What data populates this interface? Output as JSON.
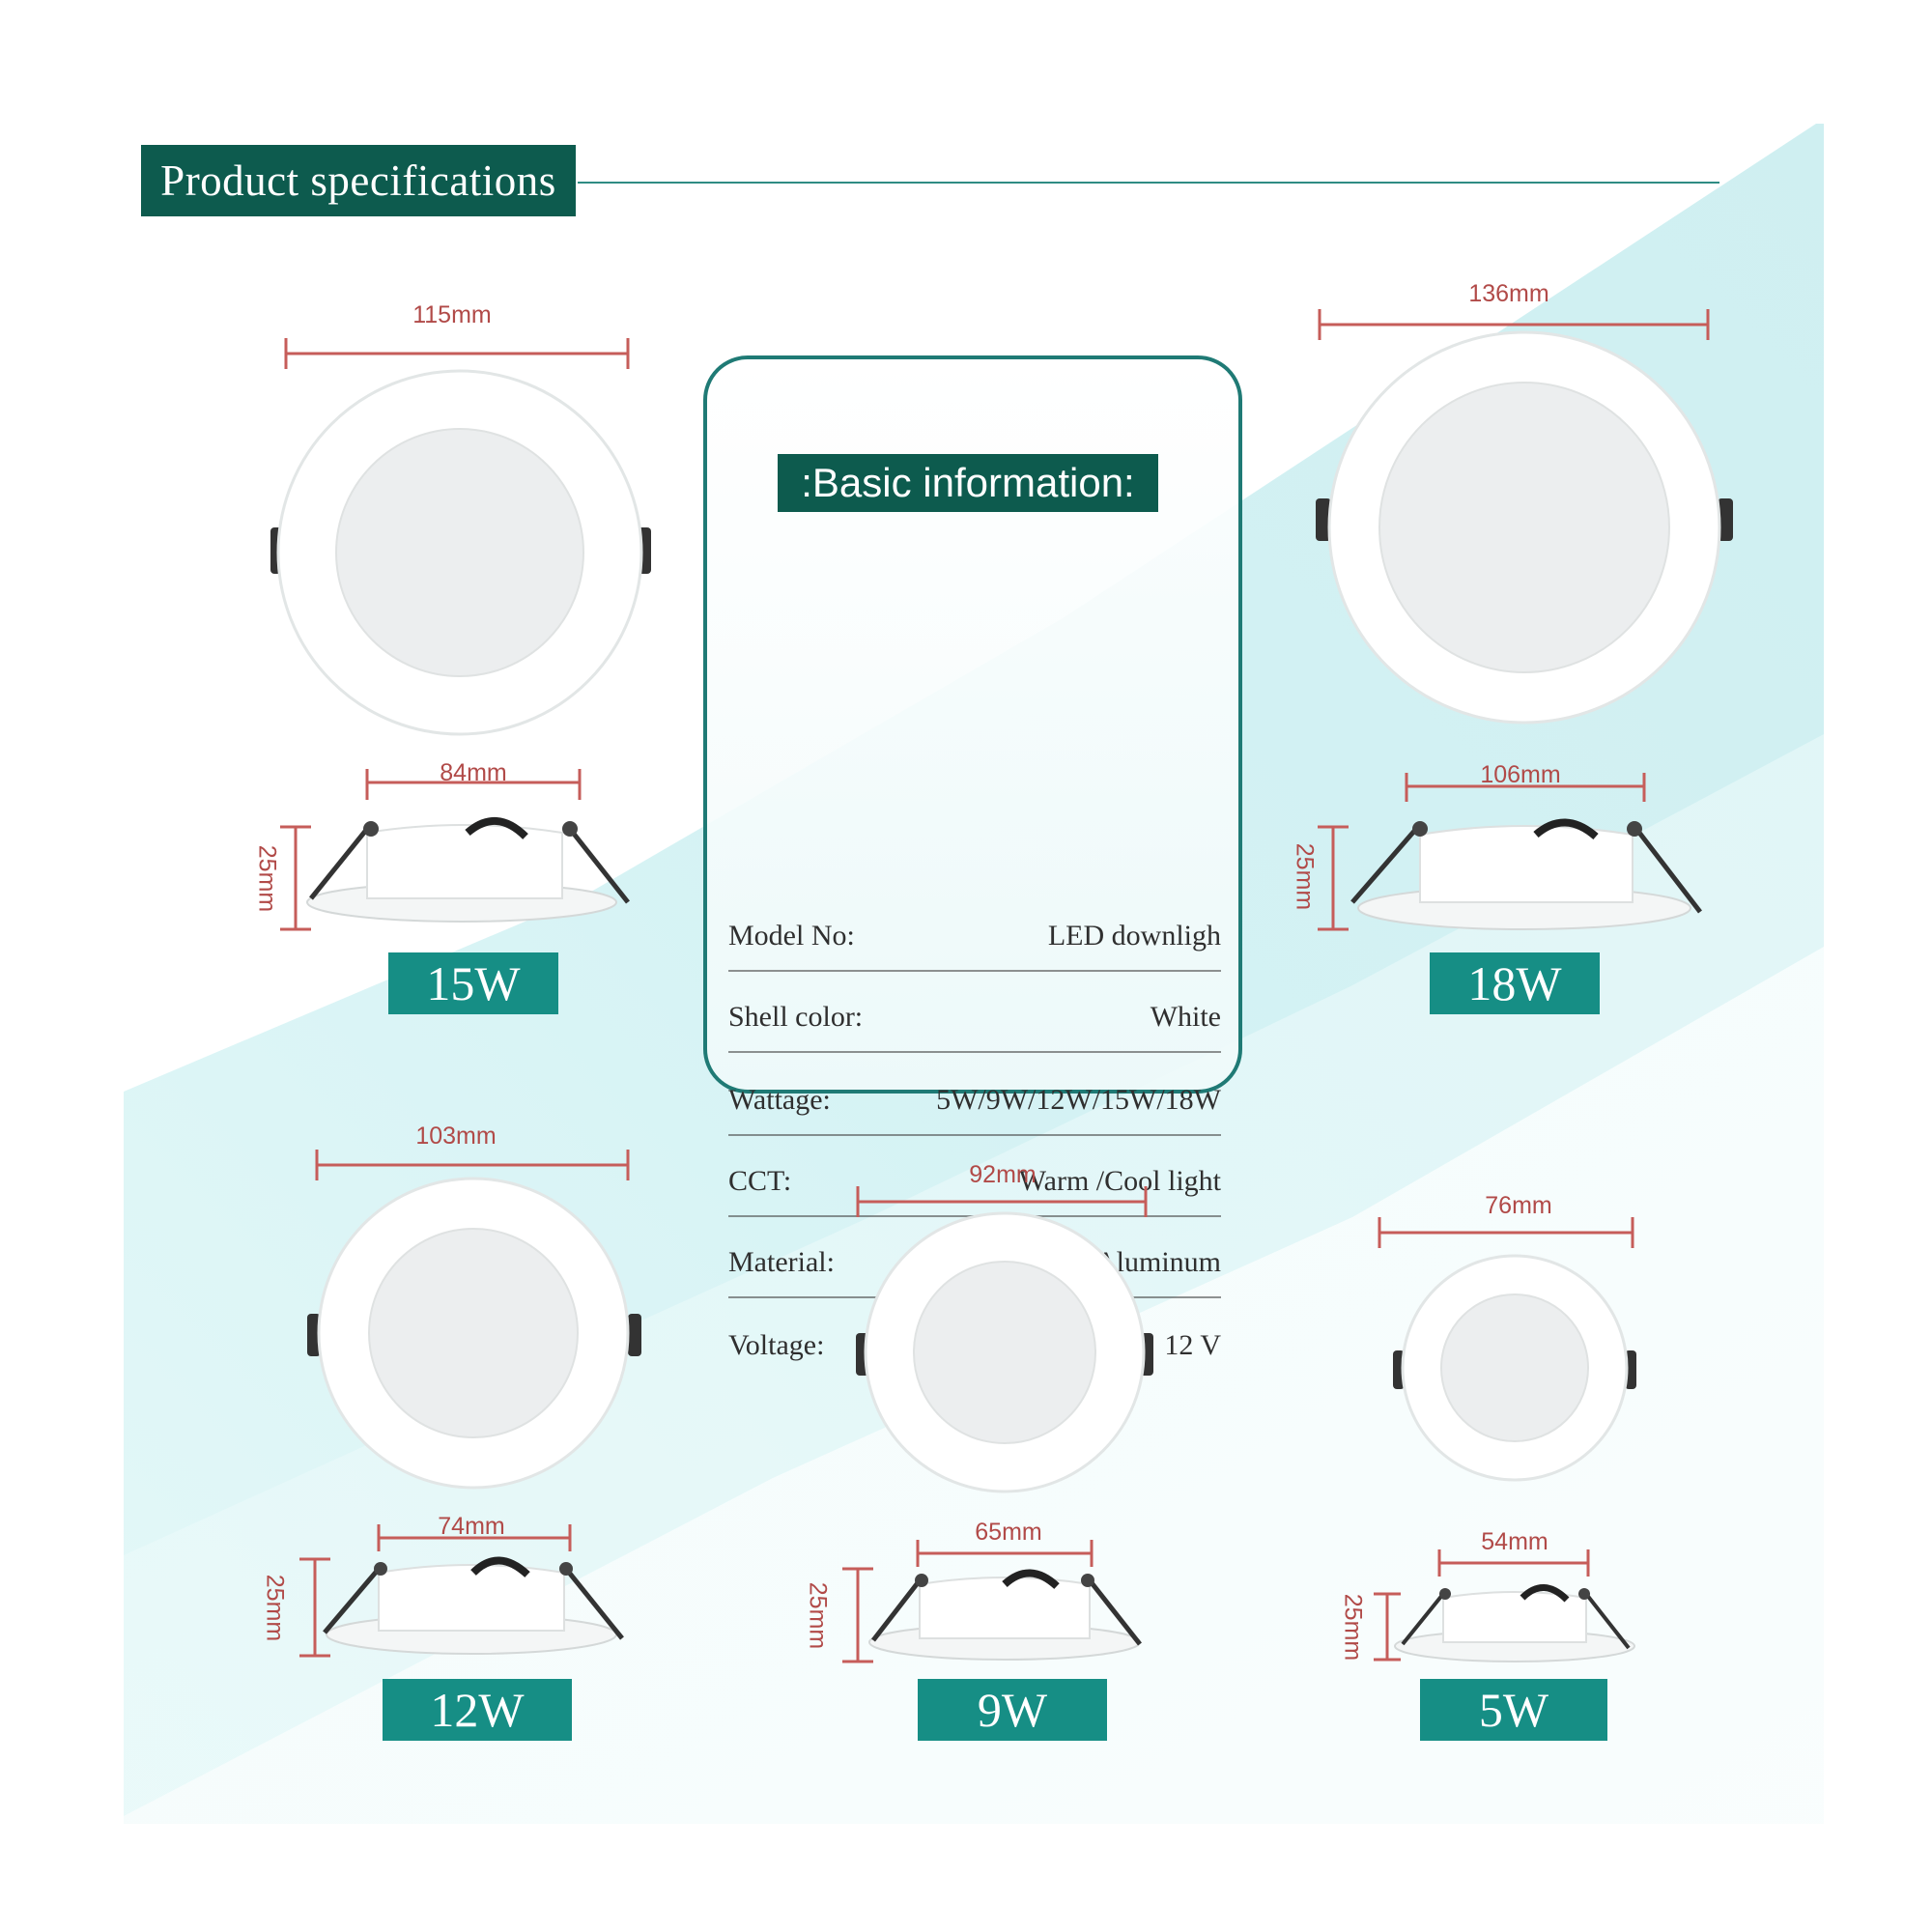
{
  "header": {
    "title": "Product specifications"
  },
  "info_card": {
    "title": ":Basic information:",
    "rows": [
      {
        "label": "Model No:",
        "value": "LED downligh"
      },
      {
        "label": "Shell color:",
        "value": "White"
      },
      {
        "label": "Wattage:",
        "value": "5W/9W/12W/15W/18W"
      },
      {
        "label": "CCT:",
        "value": "Warm /Cool light"
      },
      {
        "label": "Material:",
        "value": "Aluminum"
      },
      {
        "label": "Voltage:",
        "value": "12 V"
      }
    ]
  },
  "products": [
    {
      "wattage": "15W",
      "diameter": "115mm",
      "cutout": "84mm",
      "depth": "25mm"
    },
    {
      "wattage": "18W",
      "diameter": "136mm",
      "cutout": "106mm",
      "depth": "25mm"
    },
    {
      "wattage": "12W",
      "diameter": "103mm",
      "cutout": "74mm",
      "depth": "25mm"
    },
    {
      "wattage": "9W",
      "diameter": "92mm",
      "cutout": "65mm",
      "depth": "25mm"
    },
    {
      "wattage": "5W",
      "diameter": "76mm",
      "cutout": "54mm",
      "depth": "25mm"
    }
  ],
  "colors": {
    "header_bg": "#0d5b4e",
    "badge_bg": "#168e85",
    "dimension_red": "#b14a48",
    "card_border": "#1f7a75",
    "band_cyan": "#d2f2f4"
  }
}
